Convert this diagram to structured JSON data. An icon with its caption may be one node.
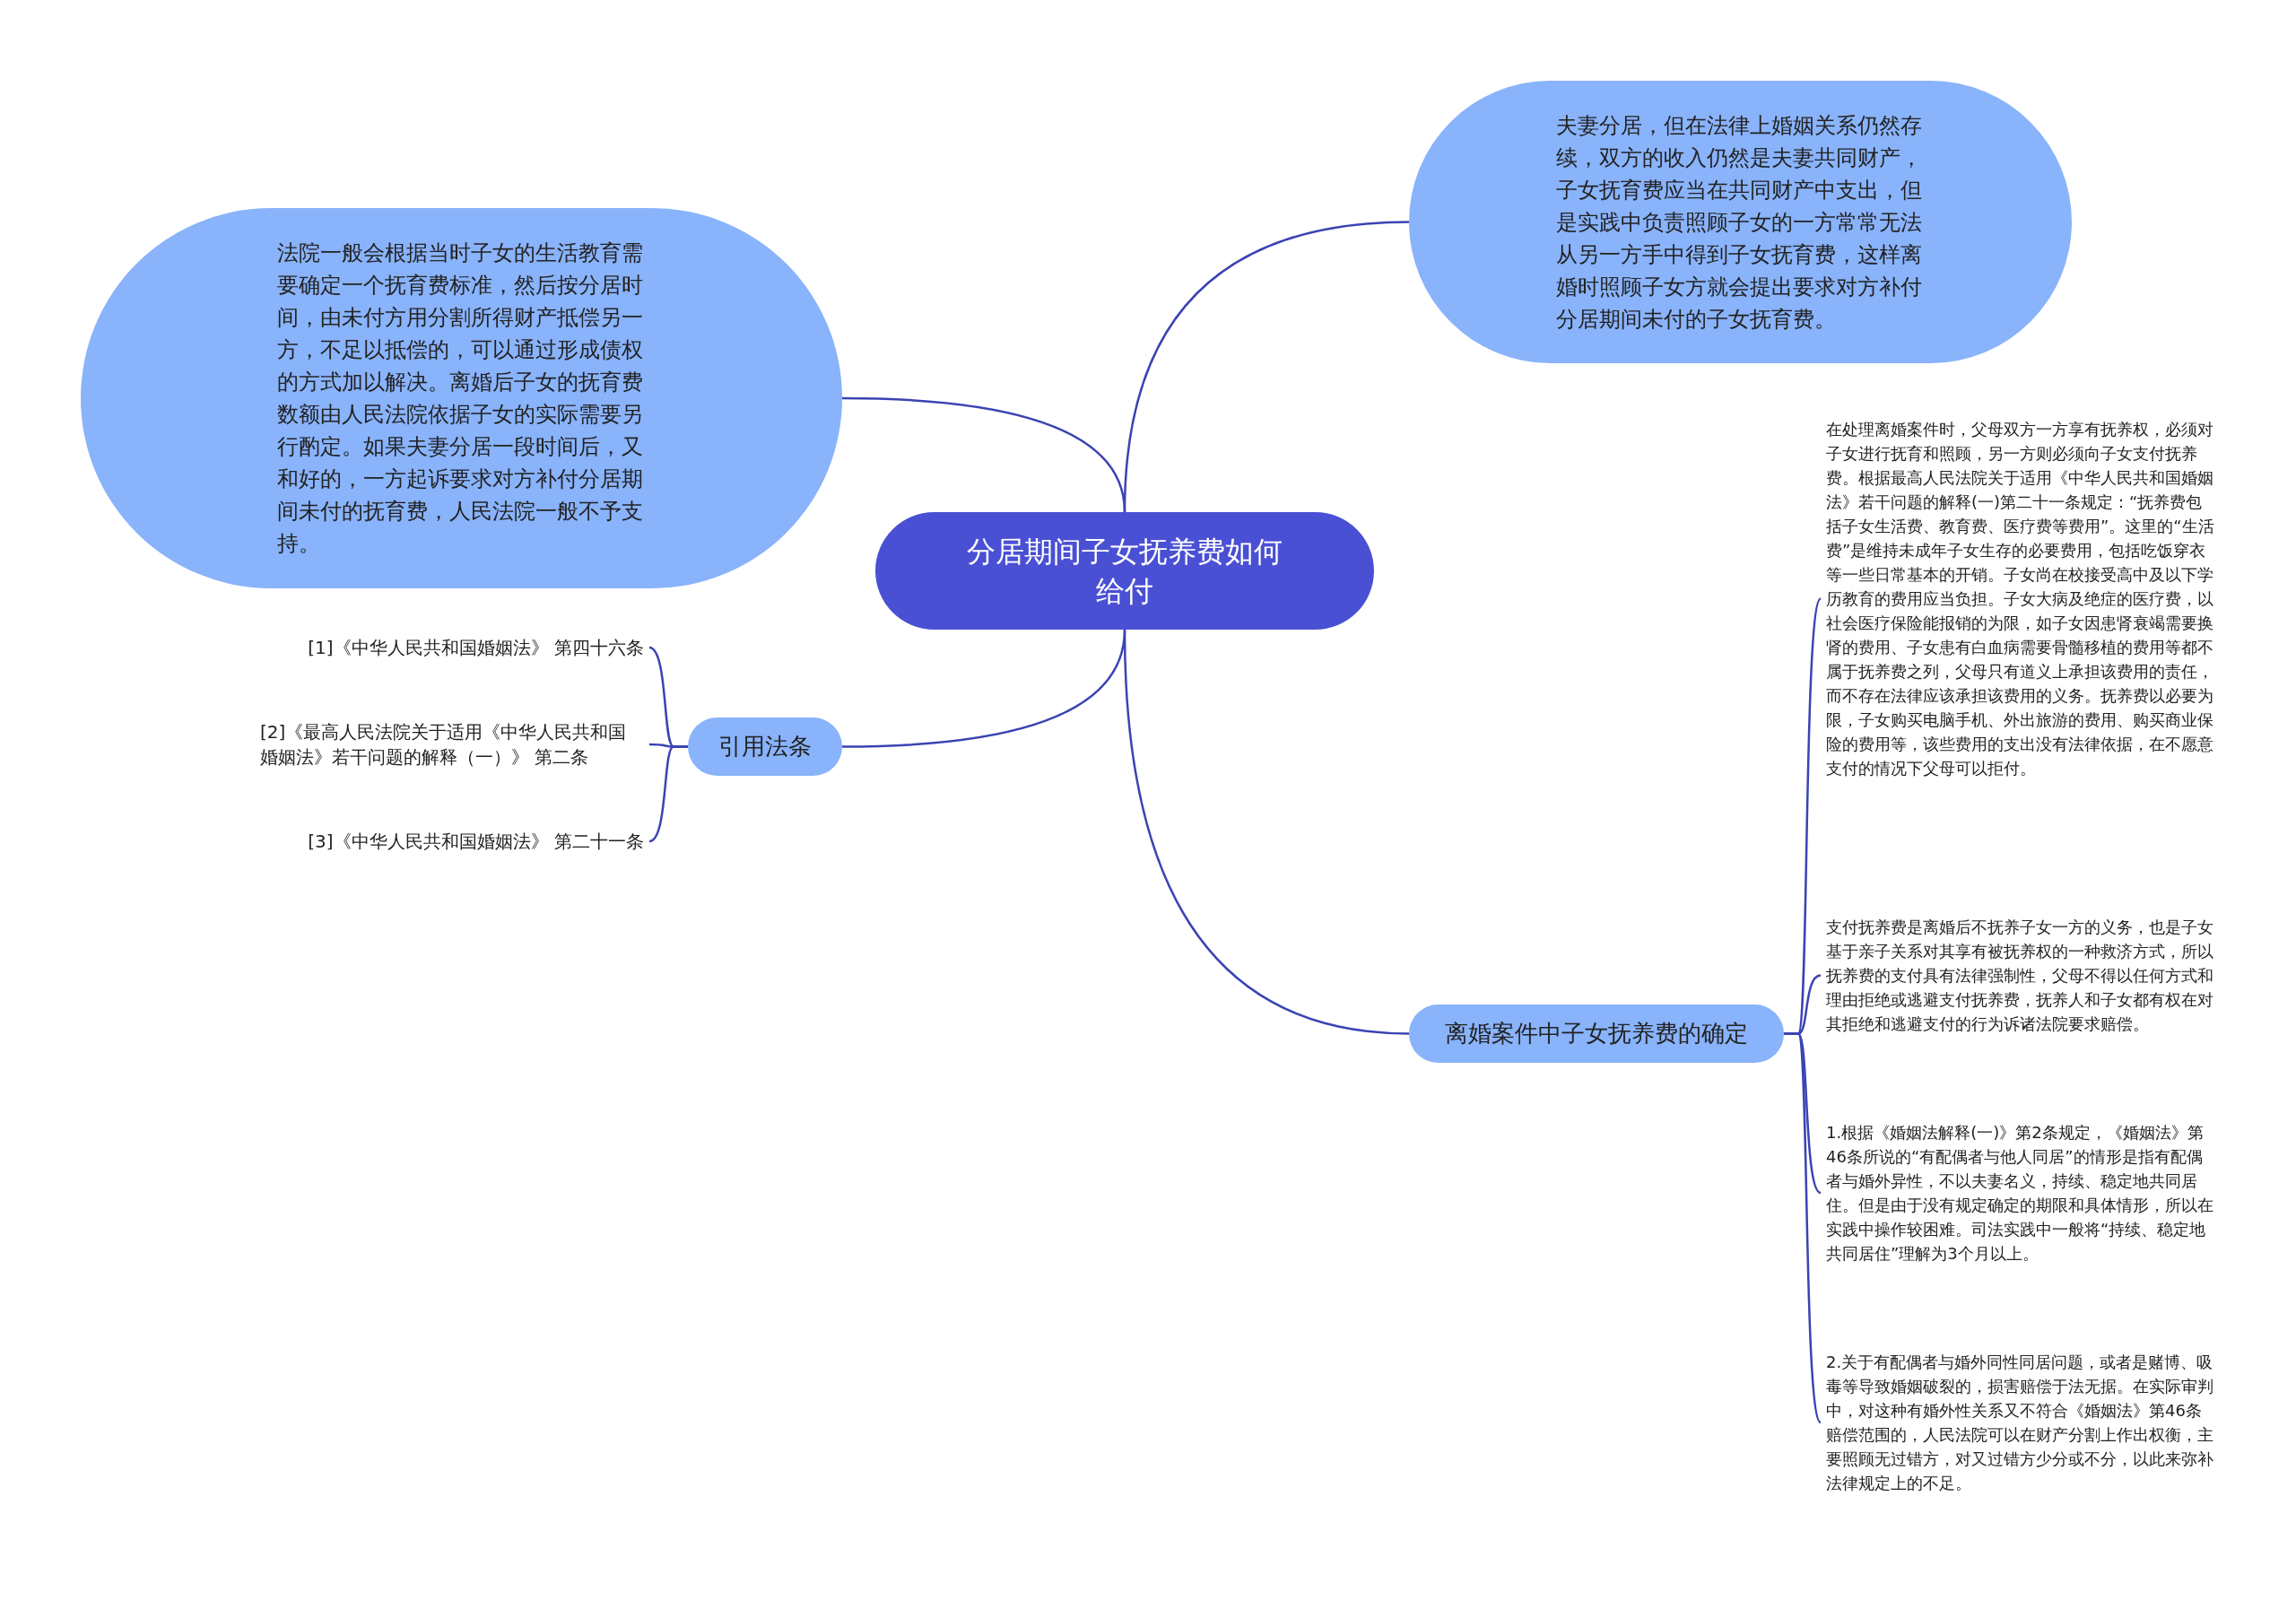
{
  "diagram": {
    "nodes": [
      {
        "text": [
          "分居期间子女抚养费如何给付"
        ]
      },
      {
        "text": [
          "法院一般会根据当时子女的生活教育需要确定一个抚育费标准，然后按分居时间，由未付方用分割所得财产抵偿另一方，不足以抵偿的，可以通过形成债权的方式加以解决。离婚后子女的抚育费数额由人民法院依据子女的实际需要另行酌定。如果夫妻分居一段时间后，又和好的，一方起诉要求对方补付分居期间未付的抚育费，人民法院一般不予支持。"
        ]
      },
      {
        "text": [
          "夫妻分居，但在法律上婚姻关系仍然存续，双方的收入仍然是夫妻共同财产，子女抚育费应当在共同财产中支出，但是实践中负责照顾子女的一方常常无法从另一方手中得到子女抚育费，这样离婚时照顾子女方就会提出要求对方补付分居期间未付的子女抚育费。"
        ]
      },
      {
        "text": [
          "引用法条"
        ]
      },
      {
        "text": [
          "[1]《中华人民共和国婚姻法》 第四十六条"
        ]
      },
      {
        "text": [
          "[2]《最高人民法院关于适用《中华人民共和国婚姻法》若干问题的解释（一）》 第二条"
        ]
      },
      {
        "text": [
          "[3]《中华人民共和国婚姻法》 第二十一条"
        ]
      },
      {
        "text": [
          "离婚案件中子女抚养费的确定"
        ]
      },
      {
        "text": [
          "在处理离婚案件时，父母双方一方享有抚养权，必须对子女进行抚育和照顾，另一方则必须向子女支付抚养费。根据最高人民法院关于适用《中华人民共和国婚姻法》若干问题的解释(一)第二十一条规定：“抚养费包括子女生活费、教育费、医疗费等费用”。这里的“生活费”是维持未成年子女生存的必要费用，包括吃饭穿衣等一些日常基本的开销。子女尚在校接受高中及以下学历教育的费用应当负担。子女大病及绝症的医疗费，以社会医疗保险能报销的为限，如子女因患肾衰竭需要换肾的费用、子女患有白血病需要骨髓移植的费用等都不属于抚养费之列，父母只有道义上承担该费用的责任，而不存在法律应该承担该费用的义务。抚养费以必要为限，子女购买电脑手机、外出旅游的费用、购买商业保险的费用等，该些费用的支出没有法律依据，在不愿意支付的情况下父母可以拒付。"
        ]
      },
      {
        "text": [
          "支付抚养费是离婚后不抚养子女一方的义务，也是子女基于亲子关系对其享有被抚养权的一种救济方式，所以抚养费的支付具有法律强制性，父母不得以任何方式和理由拒绝或逃避支付抚养费，抚养人和子女都有权在对其拒绝和逃避支付的行为诉诸法院要求赔偿。"
        ]
      },
      {
        "text": [
          "1.根据《婚姻法解释(一)》第2条规定，《婚姻法》第46条所说的“有配偶者与他人同居”的情形是指有配偶者与婚外异性，不以夫妻名义，持续、稳定地共同居住。但是由于没有规定确定的期限和具体情形，所以在实践中操作较困难。司法实践中一般将“持续、稳定地共同居住”理解为3个月以上。"
        ]
      },
      {
        "text": [
          "2.关于有配偶者与婚外同性同居问题，或者是赌博、吸毒等导致婚姻破裂的，损害赔偿于法无据。在实际审判中，对这种有婚外性关系又不符合《婚姻法》第46条赔偿范围的，人民法院可以在财产分割上作出权衡，主要照顾无过错方，对又过错方少分或不分，以此来弥补法律规定上的不足。"
        ]
      }
    ],
    "edges": [
      {
        "from": 0,
        "to": 1,
        "arrow": "none"
      },
      {
        "from": 0,
        "to": 2,
        "arrow": "none"
      },
      {
        "from": 0,
        "to": 3,
        "arrow": "none"
      },
      {
        "from": 0,
        "to": 7,
        "arrow": "none"
      },
      {
        "from": 3,
        "to": 4,
        "arrow": "none"
      },
      {
        "from": 3,
        "to": 5,
        "arrow": "none"
      },
      {
        "from": 3,
        "to": 6,
        "arrow": "none"
      },
      {
        "from": 7,
        "to": 8,
        "arrow": "none"
      },
      {
        "from": 7,
        "to": 9,
        "arrow": "none"
      },
      {
        "from": 7,
        "to": 10,
        "arrow": "none"
      },
      {
        "from": 7,
        "to": 11,
        "arrow": "none"
      }
    ]
  }
}
